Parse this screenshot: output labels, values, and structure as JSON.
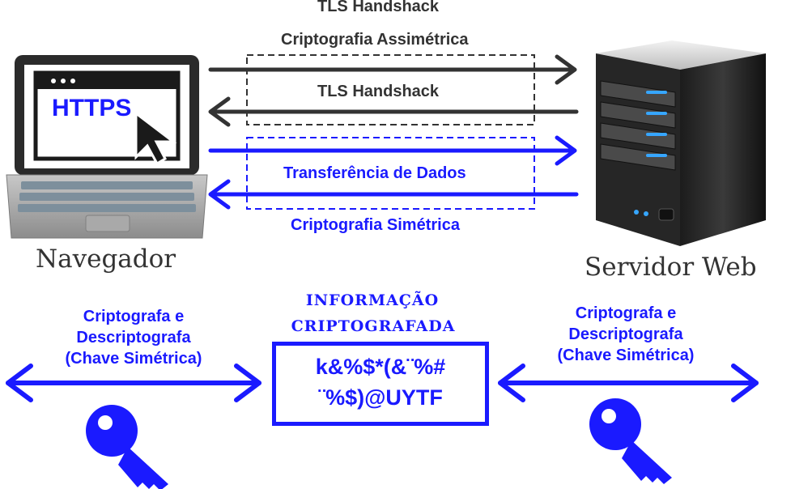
{
  "top": {
    "title": "TLS Handshack",
    "asym_label": "Criptografia Assimétrica",
    "handshake_label": "TLS Handshack",
    "data_transfer_label": "Transferência de Dados",
    "sym_label": "Criptografia Simétrica"
  },
  "laptop": {
    "screen_text": "HTTPS",
    "caption": "Navegador"
  },
  "server": {
    "caption": "Servidor Web"
  },
  "center": {
    "title_line1": "INFORMAÇÃO",
    "title_line2": "CRIPTOGRAFADA",
    "cipher_line1": "k&%$*(&¨%#",
    "cipher_line2": "¨%$)@UYTF"
  },
  "left_key": {
    "line1": "Criptografa e",
    "line2": "Descriptografa",
    "line3": "(Chave Simétrica)"
  },
  "right_key": {
    "line1": "Criptografa e",
    "line2": "Descriptografa",
    "line3": "(Chave Simétrica)"
  },
  "colors": {
    "dark": "#333333",
    "blue": "#1a1aff"
  }
}
